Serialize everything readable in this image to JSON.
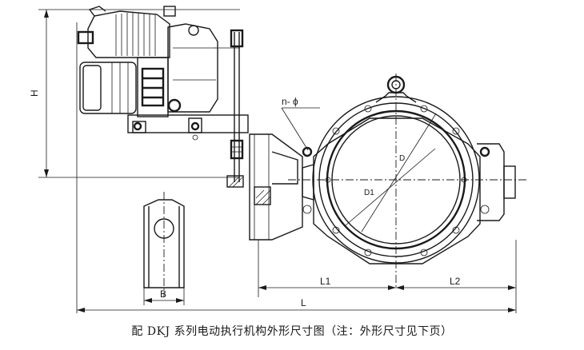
{
  "labels": {
    "height": "H",
    "bolt_holes": "n- ϕ",
    "diameter_outer": "D",
    "diameter_inner": "D1",
    "width": "B",
    "length_left": "L1",
    "length_right": "L2",
    "length_total": "L"
  },
  "caption": "配 DKJ 系列电动执行机构外形尺寸图（注：外形尺寸见下页）"
}
